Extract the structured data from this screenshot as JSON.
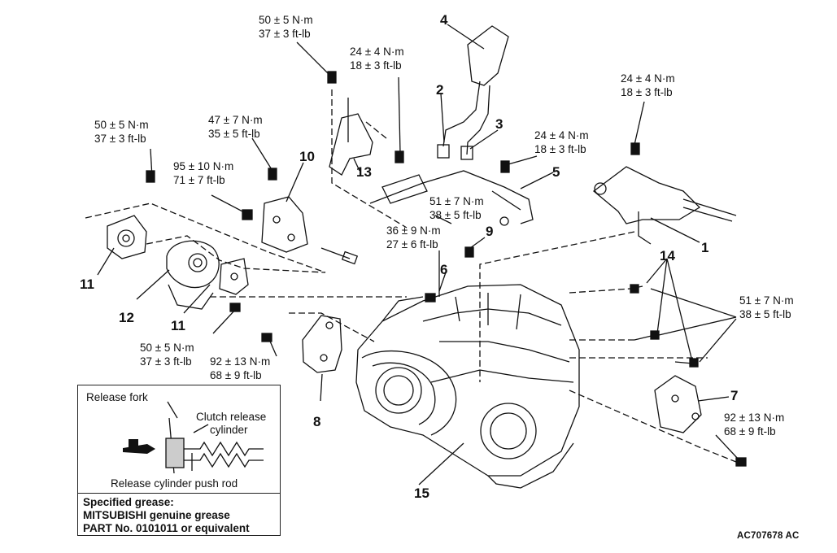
{
  "torques": {
    "t_top": [
      "50 ± 5 N·m",
      "37 ± 3 ft-lb"
    ],
    "t_24a": [
      "24 ± 4 N·m",
      "18 ± 3 ft-lb"
    ],
    "t_24b": [
      "24 ± 4 N·m",
      "18 ± 3 ft-lb"
    ],
    "t_24c": [
      "24 ± 4 N·m",
      "18 ± 3 ft-lb"
    ],
    "t_50_left": [
      "50 ± 5 N·m",
      "37 ± 3 ft-lb"
    ],
    "t_47": [
      "47 ± 7 N·m",
      "35 ± 5 ft-lb"
    ],
    "t_95": [
      "95 ± 10 N·m",
      "71 ± 7 ft-lb"
    ],
    "t_51_mid": [
      "51 ± 7 N·m",
      "38 ± 5 ft-lb"
    ],
    "t_36": [
      "36 ± 9 N·m",
      "27 ± 6 ft-lb"
    ],
    "t_50_bottom": [
      "50 ± 5 N·m",
      "37 ± 3 ft-lb"
    ],
    "t_92_left": [
      "92 ± 13 N·m",
      "68 ± 9 ft-lb"
    ],
    "t_51_right": [
      "51 ± 7 N·m",
      "38 ± 5 ft-lb"
    ],
    "t_92_right": [
      "92 ± 13 N·m",
      "68 ± 9 ft-lb"
    ]
  },
  "callouts": [
    "1",
    "2",
    "3",
    "4",
    "5",
    "6",
    "7",
    "8",
    "9",
    "10",
    "11",
    "11",
    "12",
    "13",
    "14",
    "15"
  ],
  "inset": {
    "release_fork": "Release fork",
    "clutch_release": "Clutch release",
    "cylinder": "cylinder",
    "push_rod": "Release cylinder push rod",
    "spec_1": "Specified grease:",
    "spec_2": "MITSUBISHI genuine grease",
    "spec_3": "PART No. 0101011 or equivalent"
  },
  "doc_id": "AC707678 AC"
}
